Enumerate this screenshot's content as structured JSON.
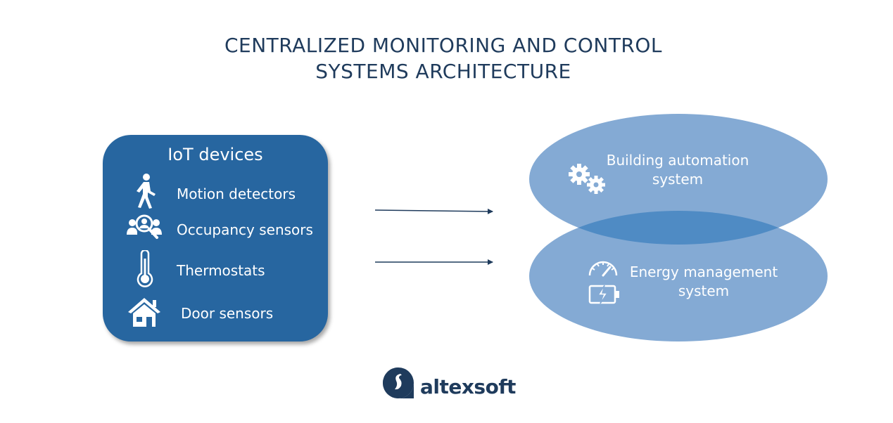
{
  "title": {
    "line1": "CENTRALIZED MONITORING AND CONTROL",
    "line2": "SYSTEMS ARCHITECTURE"
  },
  "devices": {
    "title": "IoT devices",
    "items": [
      {
        "label": "Motion detectors",
        "icon": "walking-person-icon"
      },
      {
        "label": "Occupancy sensors",
        "icon": "people-search-icon"
      },
      {
        "label": "Thermostats",
        "icon": "thermometer-icon"
      },
      {
        "label": "Door sensors",
        "icon": "house-icon"
      }
    ]
  },
  "systems": {
    "building": {
      "line1": "Building automation",
      "line2": "system",
      "icon": "gears-icon"
    },
    "energy": {
      "line1": "Energy management",
      "line2": "system",
      "icons": [
        "speedometer-icon",
        "battery-charging-icon"
      ]
    }
  },
  "logo": {
    "text": "altexsoft"
  },
  "colors": {
    "title": "#1f3b5c",
    "devices_box": "#2766a0",
    "ellipse": "#84aad4",
    "ellipse_overlap": "#4f8bc4",
    "arrow": "#1f3b5c"
  }
}
